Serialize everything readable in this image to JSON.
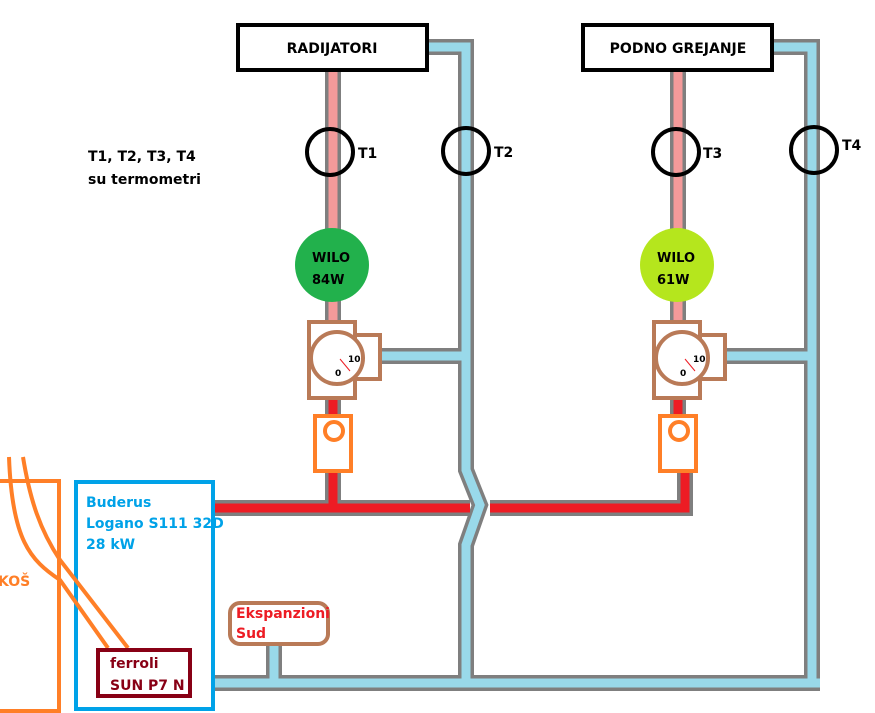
{
  "labels": {
    "radiators": "RADIJATORI",
    "floor_heating": "PODNO GREJANJE",
    "t1": "T1",
    "t2": "T2",
    "t3": "T3",
    "t4": "T4",
    "note_line1": "T1, T2, T3, T4",
    "note_line2": "su termometri",
    "pump1_line1": "WILO",
    "pump1_line2": "84W",
    "pump2_line1": "WILO",
    "pump2_line2": "61W",
    "valve_min": "0",
    "valve_max": "10",
    "boiler_line1": "Buderus",
    "boiler_line2": "Logano S111 32D",
    "boiler_line3": "28 kW",
    "burner_line1": "ferroli",
    "burner_line2": "SUN P7 N",
    "expansion_line1": "Ekspanzioni",
    "expansion_line2": "Sud",
    "hopper": "KOŠ"
  },
  "colors": {
    "pipe_outline": "#7f7f7f",
    "return_pipe": "#99d9ea",
    "supply_pipe": "#ed1c24",
    "supply_pipe_light": "#f49a9a",
    "pump1": "#22b14c",
    "pump2": "#b5e61d",
    "valve": "#b97a57",
    "orange": "#ff7f27",
    "boiler": "#00a2e8",
    "burner": "#880015"
  }
}
